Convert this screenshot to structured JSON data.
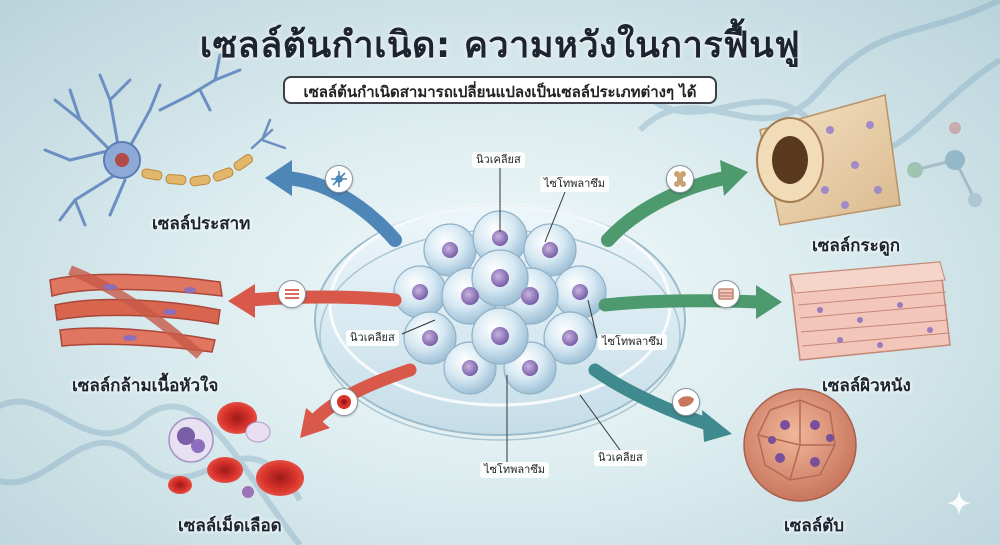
{
  "title": "เซลล์ต้นกำเนิด: ความหวังในการฟื้นฟู",
  "subtitle": "เซลล์ต้นกำเนิดสามารถเปลี่ยนแปลงเป็นเซลล์ประเภทต่างๆ ได้",
  "cell_types": {
    "nerve": "เซลล์ประสาท",
    "heart_muscle": "เซลล์กล้ามเนื้อหัวใจ",
    "blood": "เซลล์เม็ดเลือด",
    "bone": "เซลล์กระดูก",
    "skin": "เซลล์ผิวหนัง",
    "liver": "เซลล์ตับ"
  },
  "callouts": {
    "nucleus_top": "นิวเคลียส",
    "cytoplasm_top": "ไซโทพลาซึม",
    "nucleus_left": "นิวเคลียส",
    "cytoplasm_right": "ไซโทพลาซึม",
    "cytoplasm_bottom": "ไซโทพลาซึม",
    "nucleus_bottom": "นิวเคลียส"
  },
  "icons": {
    "nerve": "neuron-icon",
    "heart_muscle": "muscle-fiber-icon",
    "blood": "blood-cell-icon",
    "bone": "bone-icon",
    "skin": "skin-layer-icon",
    "liver": "liver-icon"
  },
  "colors": {
    "arrow_blue": "#4f86b8",
    "arrow_red": "#d8584a",
    "arrow_green": "#4c9a6e",
    "arrow_teal": "#3f8a8e"
  }
}
